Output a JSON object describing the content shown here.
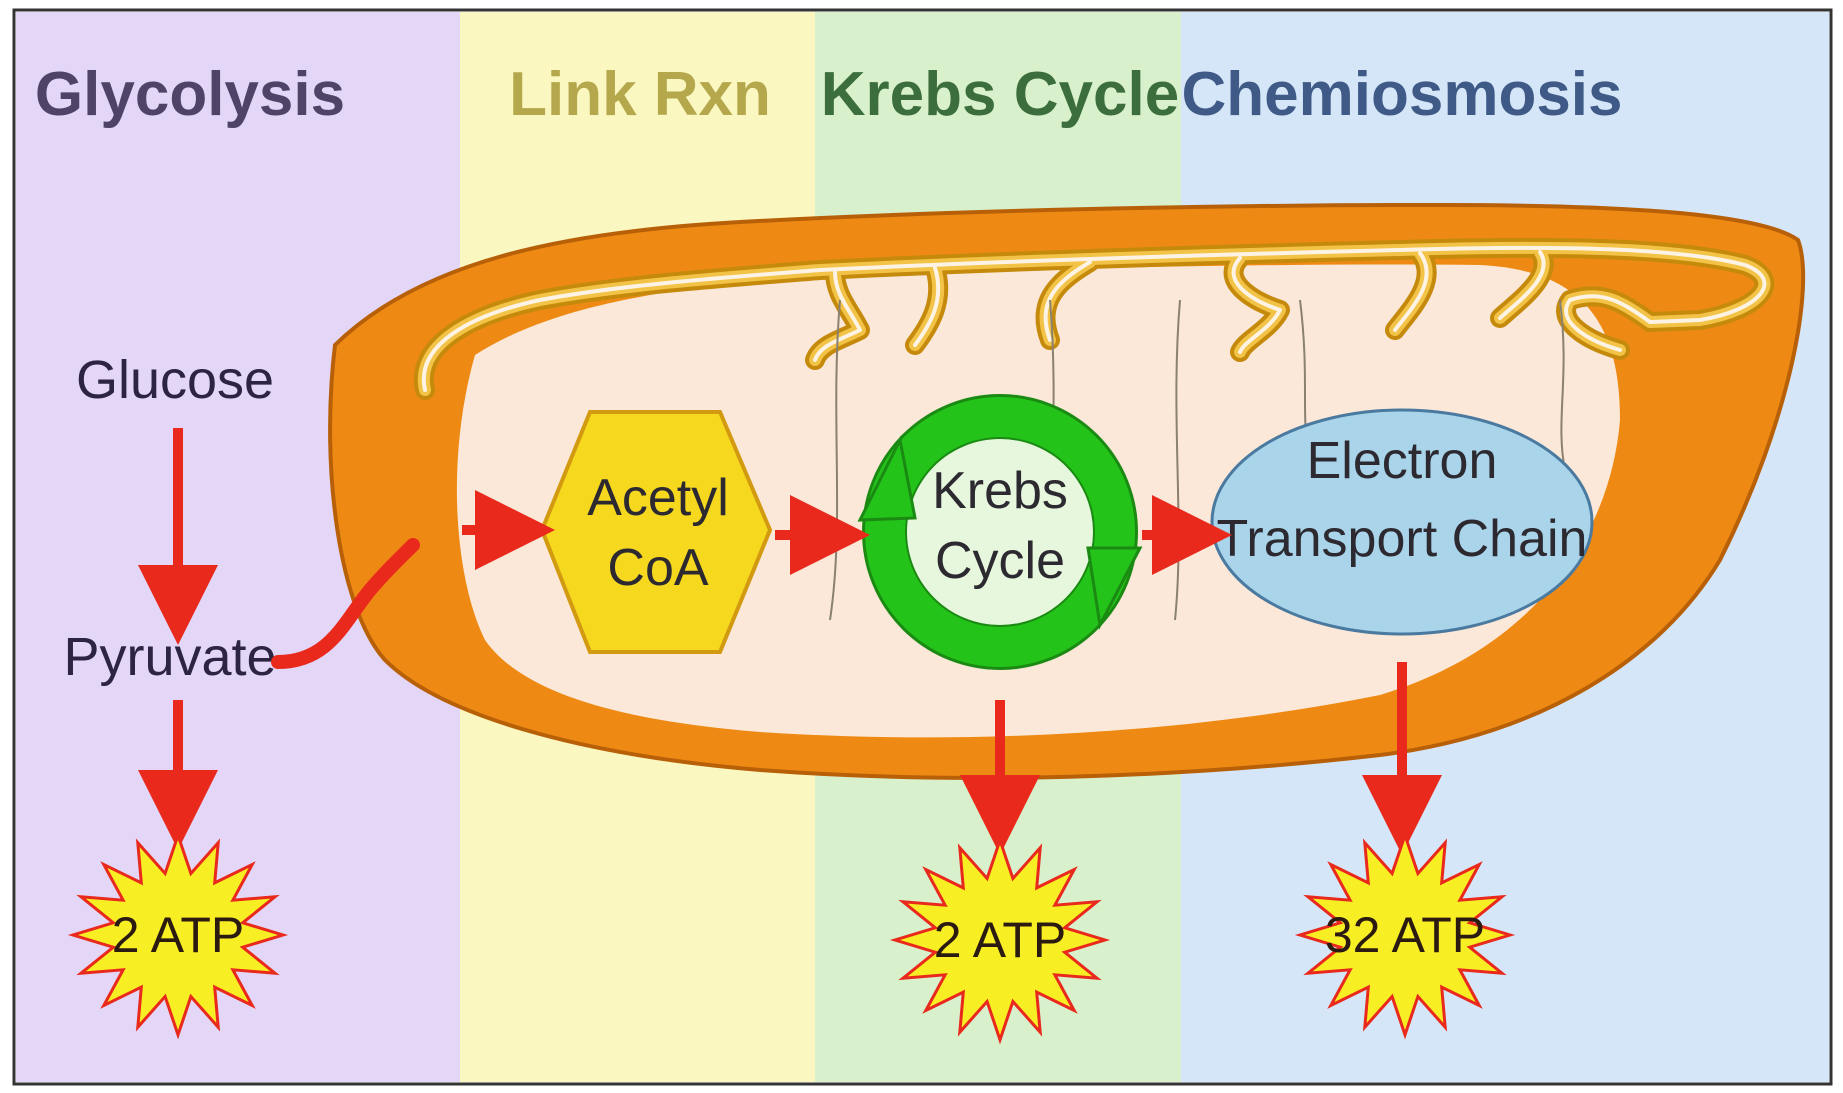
{
  "stages": [
    {
      "title": "Glycolysis",
      "bg": "#e3d6f6",
      "title_color": "#4f4468"
    },
    {
      "title": "Link Rxn",
      "bg": "#fbf7c0",
      "title_color": "#b5a84c"
    },
    {
      "title": "Krebs Cycle",
      "bg": "#d9f0cd",
      "title_color": "#3b6e3c"
    },
    {
      "title": "Chemiosmosis",
      "bg": "#d6e6f9",
      "title_color": "#3f5a86"
    }
  ],
  "molecules": {
    "glucose": "Glucose",
    "pyruvate": "Pyruvate"
  },
  "acetyl_coa": {
    "line1": "Acetyl",
    "line2": "CoA",
    "fill": "#f6d81e"
  },
  "krebs": {
    "line1": "Krebs",
    "line2": "Cycle",
    "ring": "#23c31a"
  },
  "etc": {
    "line1": "Electron",
    "line2": "Transport Chain",
    "fill": "#a9d4ea"
  },
  "atp": [
    {
      "label": "2 ATP"
    },
    {
      "label": "2 ATP"
    },
    {
      "label": "32 ATP"
    }
  ],
  "colors": {
    "arrow": "#e8291c",
    "mito_outer": "#ee8a14",
    "mito_inner": "#fbe8d8",
    "membrane": "#f2c346",
    "atp_fill": "#f8ee24"
  }
}
